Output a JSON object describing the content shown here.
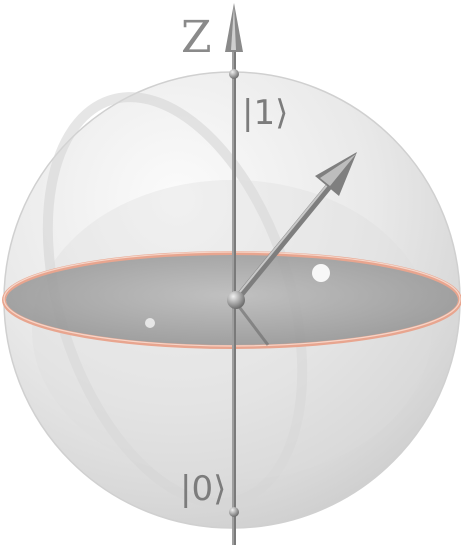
{
  "diagram": {
    "axis_label": "Z",
    "ket_top": "|1⟩",
    "ket_bottom": "|0⟩",
    "colors": {
      "sphere_fill": "#e6e6e6",
      "equator_ring": "#e8a58f",
      "equator_plane": "#9a9a9a",
      "axis": "#7a7a7a",
      "arrow": "#888888"
    }
  }
}
